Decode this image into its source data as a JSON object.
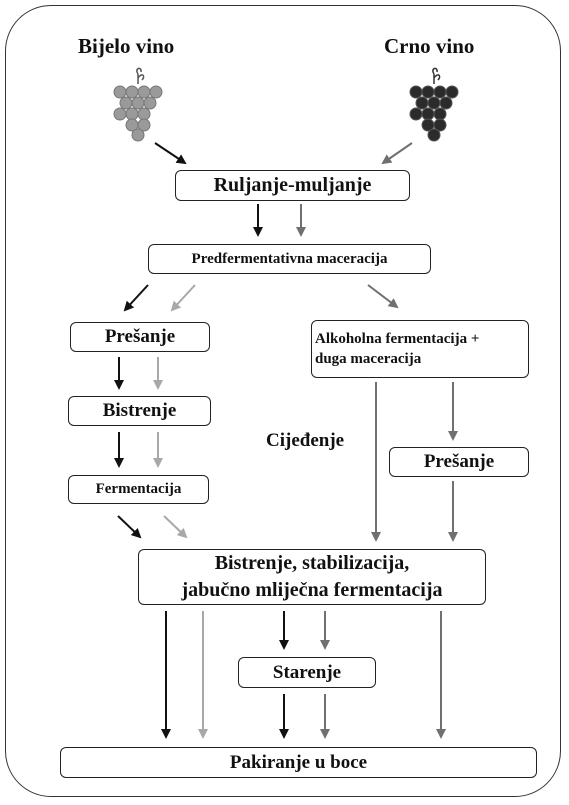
{
  "sources": {
    "white_wine": "Bijelo vino",
    "red_wine": "Crno vino"
  },
  "steps": {
    "crushing": "Ruljanje-muljanje",
    "maceration": "Predfermentativna maceracija",
    "pressing_white": "Prešanje",
    "clarification": "Bistrenje",
    "fermentation": "Fermentacija",
    "alcoholic_fermentation_1": "Alkoholna fermentacija +",
    "alcoholic_fermentation_2": "duga maceracija",
    "draining": "Cijeđenje",
    "pressing_red": "Prešanje",
    "stabilization_1": "Bistrenje, stabilizacija,",
    "stabilization_2": "jabučno mliječna fermentacija",
    "aging": "Starenje",
    "bottling": "Pakiranje u boce"
  },
  "colors": {
    "white_line": "#a8a8a8",
    "red_line": "#707070",
    "black_line": "#111111",
    "white_grapes": "#9a9a9a",
    "red_grapes": "#2b2b2b"
  }
}
